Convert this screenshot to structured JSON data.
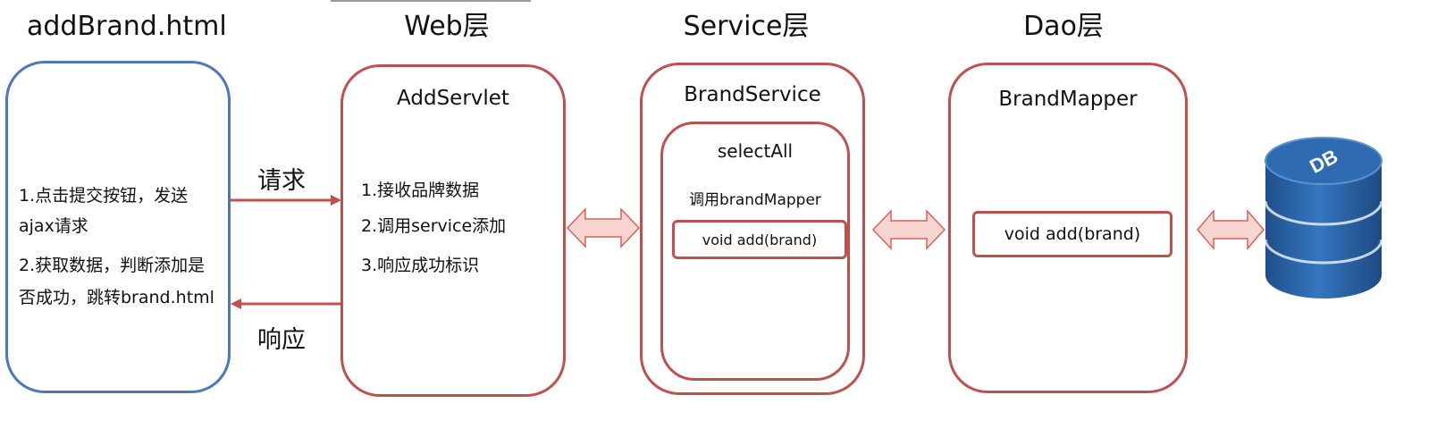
{
  "columns": {
    "frontend": {
      "title": "addBrand.html",
      "lines": [
        "1.点击提交按钮，发送",
        "ajax请求",
        "2.获取数据，判断添加是",
        "否成功，跳转brand.html"
      ]
    },
    "web": {
      "title": "Web层",
      "box_title": "AddServlet",
      "lines": [
        "1.接收品牌数据",
        "2.调用service添加",
        "3.响应成功标识"
      ]
    },
    "service": {
      "title": "Service层",
      "box_title": "BrandService",
      "inner_title": "selectAll",
      "inner_call": "调用brandMapper",
      "method": "void add(brand)"
    },
    "dao": {
      "title": "Dao层",
      "box_title": "BrandMapper",
      "method": "void add(brand)"
    }
  },
  "flows": {
    "request": "请求",
    "response": "响应"
  },
  "database": {
    "label": "DB"
  },
  "colors": {
    "blue_border": "#4a77bd",
    "red_border": "#c0504d",
    "arrow_fill": "#f8d5cf",
    "arrow_stroke": "#d9625a",
    "db_top": "#2e67a8",
    "db_body": "#2c5f9e"
  }
}
